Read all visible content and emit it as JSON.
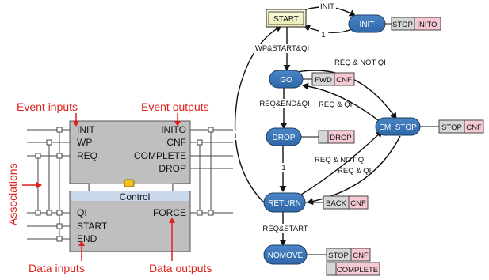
{
  "fb": {
    "event_inputs_label": "Event inputs",
    "event_outputs_label": "Event outputs",
    "associations_label": "Associations",
    "data_inputs_label": "Data inputs",
    "data_outputs_label": "Data outputs",
    "event_inputs": [
      "INIT",
      "WP",
      "REQ"
    ],
    "event_outputs": [
      "INITO",
      "CNF",
      "COMPLETE",
      "DROP"
    ],
    "data_inputs": [
      "QI",
      "START",
      "END"
    ],
    "data_outputs": [
      "FORCE"
    ],
    "type_name": "Control"
  },
  "ecc": {
    "states": {
      "start": "START",
      "init": "INIT",
      "go": "GO",
      "em_stop": "EM_STOP",
      "drop": "DROP",
      "return": "RETURN",
      "nomove": "NOMOVE"
    },
    "actions": {
      "init_alg": "STOP",
      "init_evt": "INITO",
      "go_alg": "FWD",
      "go_evt": "CNF",
      "em_alg": "STOP",
      "em_evt": "CNF",
      "drop_evt": "DROP",
      "return_alg": "BACK",
      "return_evt": "CNF",
      "nomove_alg": "STOP",
      "nomove_evt": "CNF",
      "nomove_evt2": "COMPLETE"
    },
    "transitions": {
      "start_init": "INIT",
      "init_start": "1",
      "start_go": "WP&START&QI",
      "go_em": "REQ & NOT QI",
      "em_go": "REQ & QI",
      "go_drop": "REQ&END&QI",
      "drop_return": "1",
      "return_em": "REQ & NOT QI",
      "em_return": "REQ & QI",
      "return_start": "1",
      "return_nomove": "REQ&START"
    }
  }
}
